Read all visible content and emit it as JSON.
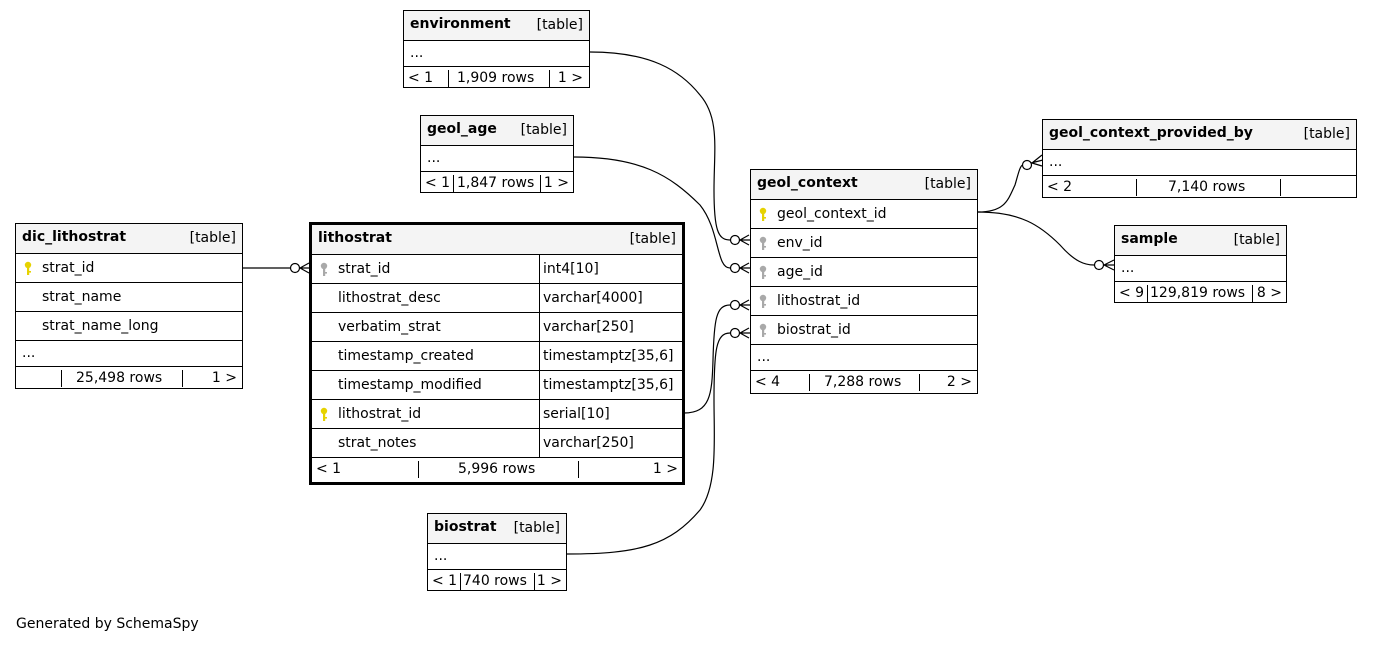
{
  "credit": "Generated by SchemaSpy",
  "colors": {
    "primary_key": "#e6d200",
    "foreign_key": "#a9a9a9",
    "header_bg": "#f4f4f4",
    "line": "#000000"
  },
  "tables": {
    "environment": {
      "name": "environment",
      "kind": "[table]",
      "ellipsis": "...",
      "footer": {
        "left": "< 1",
        "rows": "1,909 rows",
        "right": "1 >"
      }
    },
    "geol_age": {
      "name": "geol_age",
      "kind": "[table]",
      "ellipsis": "...",
      "footer": {
        "left": "< 1",
        "rows": "1,847 rows",
        "right": "1 >"
      }
    },
    "dic_lithostrat": {
      "name": "dic_lithostrat",
      "kind": "[table]",
      "columns": [
        {
          "name": "strat_id",
          "key": "primary"
        },
        {
          "name": "strat_name",
          "key": ""
        },
        {
          "name": "strat_name_long",
          "key": ""
        }
      ],
      "ellipsis": "...",
      "footer": {
        "left": "",
        "rows": "25,498 rows",
        "right": "1 >"
      }
    },
    "lithostrat": {
      "name": "lithostrat",
      "kind": "[table]",
      "columns": [
        {
          "name": "strat_id",
          "type": "int4[10]",
          "key": "foreign"
        },
        {
          "name": "lithostrat_desc",
          "type": "varchar[4000]",
          "key": ""
        },
        {
          "name": "verbatim_strat",
          "type": "varchar[250]",
          "key": ""
        },
        {
          "name": "timestamp_created",
          "type": "timestamptz[35,6]",
          "key": ""
        },
        {
          "name": "timestamp_modified",
          "type": "timestamptz[35,6]",
          "key": ""
        },
        {
          "name": "lithostrat_id",
          "type": "serial[10]",
          "key": "primary"
        },
        {
          "name": "strat_notes",
          "type": "varchar[250]",
          "key": ""
        }
      ],
      "footer": {
        "left": "< 1",
        "rows": "5,996 rows",
        "right": "1 >"
      }
    },
    "biostrat": {
      "name": "biostrat",
      "kind": "[table]",
      "ellipsis": "...",
      "footer": {
        "left": "< 1",
        "rows": "740 rows",
        "right": "1 >"
      }
    },
    "geol_context": {
      "name": "geol_context",
      "kind": "[table]",
      "columns": [
        {
          "name": "geol_context_id",
          "key": "primary"
        },
        {
          "name": "env_id",
          "key": "foreign"
        },
        {
          "name": "age_id",
          "key": "foreign"
        },
        {
          "name": "lithostrat_id",
          "key": "foreign"
        },
        {
          "name": "biostrat_id",
          "key": "foreign"
        }
      ],
      "ellipsis": "...",
      "footer": {
        "left": "< 4",
        "rows": "7,288 rows",
        "right": "2 >"
      }
    },
    "geol_context_provided_by": {
      "name": "geol_context_provided_by",
      "kind": "[table]",
      "ellipsis": "...",
      "footer": {
        "left": "< 2",
        "rows": "7,140 rows",
        "right": ""
      }
    },
    "sample": {
      "name": "sample",
      "kind": "[table]",
      "ellipsis": "...",
      "footer": {
        "left": "< 9",
        "rows": "129,819 rows",
        "right": "8 >"
      }
    }
  }
}
